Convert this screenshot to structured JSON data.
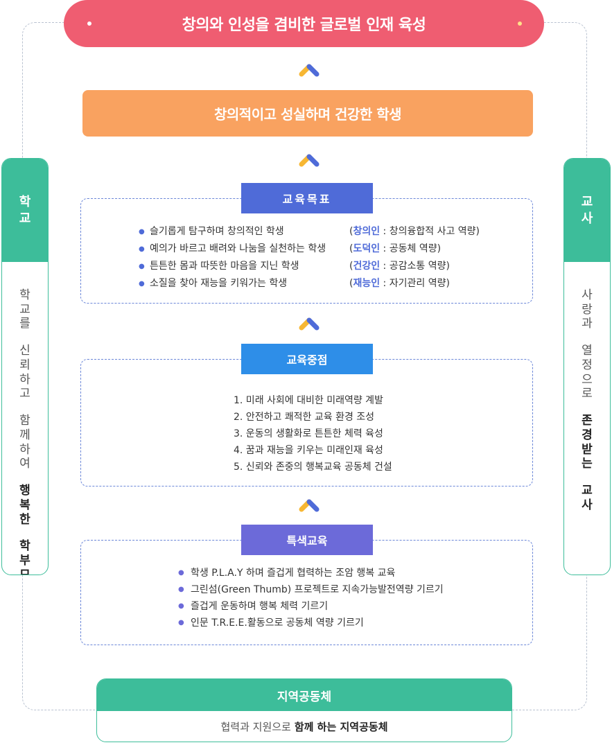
{
  "vision": {
    "text": "창의와 인성을 겸비한 글로벌 인재 육성"
  },
  "student_ideal": {
    "text": "창의적이고 성실하며 건강한 학생"
  },
  "school": {
    "title_chars": [
      "학",
      "교"
    ],
    "words": [
      "학교를",
      "신뢰하고",
      "함께하여",
      "행복한",
      "학부모"
    ],
    "strong_from": 3
  },
  "teacher": {
    "title_chars": [
      "교",
      "사"
    ],
    "words": [
      "사랑과",
      "열정으로",
      "존경받는",
      "교사"
    ],
    "strong_from": 2
  },
  "education_goals": {
    "title": "교육목표",
    "items": [
      {
        "text": "슬기롭게 탐구하며 창의적인 학생",
        "open": "(",
        "key": "창의인",
        "rest": " : 창의융합적 사고 역량)"
      },
      {
        "text": "예의가 바르고 배려와 나눔을 실천하는 학생",
        "open": "(",
        "key": "도덕인",
        "rest": " : 공동체 역량)"
      },
      {
        "text": "튼튼한 몸과 따뜻한 마음을 지닌 학생",
        "open": "(",
        "key": "건강인",
        "rest": " : 공감소통 역량)"
      },
      {
        "text": "소질을 찾아 재능을 키워가는 학생",
        "open": "(",
        "key": "재능인",
        "rest": " : 자기관리 역량)"
      }
    ]
  },
  "education_focus": {
    "title": "교육중점",
    "items": [
      "1.  미래 사회에 대비한 미래역량 계발",
      "2.  안전하고 쾌적한 교육 환경 조성",
      "3.  운동의 생활화로 튼튼한 체력 육성",
      "4.  꿈과 재능을 키우는 미래인재 육성",
      "5.  신뢰와 존중의 행복교육 공동체 건설"
    ]
  },
  "special_education": {
    "title": "특색교육",
    "items": [
      "학생 P.L.A.Y 하며 즐겁게 협력하는 조암 행복 교육",
      "그린섬(Green Thumb) 프로젝트로 지속가능발전역량 기르기",
      "즐겁게 운동하며 행복 체력 기르기",
      "인문 T.R.E.E.활동으로 공동체 역량 기르기"
    ]
  },
  "community": {
    "title": "지역공동체",
    "desc_plain": "협력과 지원으로",
    "desc_strong": "함께 하는 지역공동체"
  },
  "bullet_glyph": "●",
  "colors": {
    "vision": "#ef5d71",
    "student": "#f9a260",
    "green": "#3dbd9a",
    "goal": "#4f6bd8",
    "focus": "#2e8ee8",
    "special": "#6c6ad9",
    "chevron_yellow": "#f7b733",
    "chevron_blue": "#4f6bd8"
  },
  "icons": {
    "connector": "chevron-up-icon"
  }
}
